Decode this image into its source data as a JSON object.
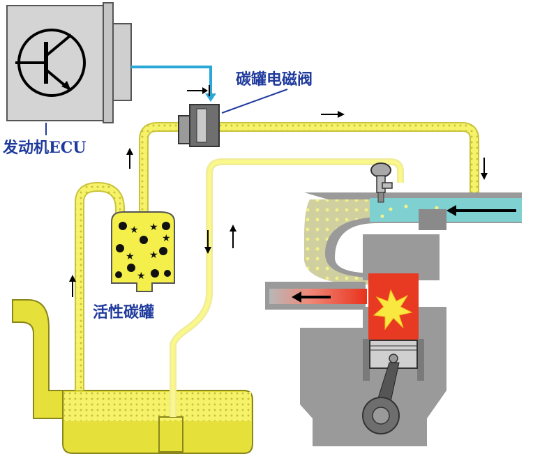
{
  "labels": {
    "ecu": "发动机ECU",
    "purge_valve": "碳罐电磁阀",
    "canister": "活性碳罐"
  },
  "colors": {
    "pipe_fill": "#f6f36a",
    "pipe_outline": "#c9c23a",
    "tank": "#e5e13a",
    "tank_dark": "#b3ad1c",
    "intake_air": "#7fd0d0",
    "engine_gray": "#9a9a9a",
    "engine_dark": "#7a7a7a",
    "combustion": "#e83a22",
    "signal_wire": "#2aa7d9",
    "label_text": "#1f3a9c"
  },
  "icons": [
    "transistor-icon",
    "up-arrow-icon",
    "down-arrow-icon",
    "right-arrow-icon",
    "left-arrow-icon",
    "spark-icon",
    "fuel-injector-icon",
    "piston-icon"
  ]
}
